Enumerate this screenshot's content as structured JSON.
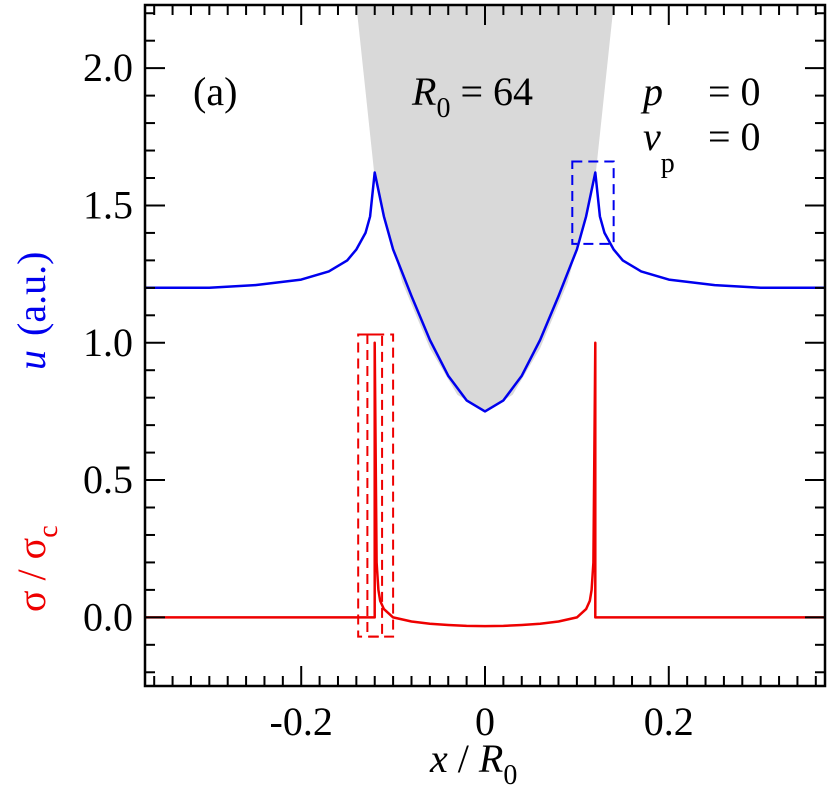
{
  "chart_data": {
    "type": "line",
    "panel_label": "(a)",
    "annotation": {
      "symbol": "R",
      "subscript": "0",
      "rest": " = 64"
    },
    "params": [
      {
        "symbol": "p",
        "subscript": "",
        "rest": "= 0"
      },
      {
        "symbol": "v",
        "subscript": "p",
        "rest": "= 0"
      }
    ],
    "xlabel": {
      "symbol": "x",
      "mid": " / ",
      "symbol2": "R",
      "subscript": "0"
    },
    "ylabel_blue": {
      "symbol": "u",
      "rest": "(a.u.)"
    },
    "ylabel_red": {
      "text": "σ / σ",
      "subscript": "c"
    },
    "xlim": [
      -0.37,
      0.37
    ],
    "ylim": [
      -0.25,
      2.23
    ],
    "xticks": [
      -0.2,
      0,
      0.2
    ],
    "xtick_labels": [
      "-0.2",
      "0",
      "0.2"
    ],
    "xminor_step": 0.02,
    "yticks": [
      0,
      0.5,
      1.0,
      1.5,
      2.0
    ],
    "ytick_labels": [
      "0.0",
      "0.5",
      "1.0",
      "1.5",
      "2.0"
    ],
    "yminor_step": 0.1,
    "colors": {
      "blue": "#0000ee",
      "red": "#ee0000",
      "shade": "#d9d9d9",
      "axes": "#000000"
    },
    "shaded_region": {
      "x": [
        -0.14,
        -0.12,
        -0.09,
        -0.06,
        -0.03,
        0.0,
        0.03,
        0.06,
        0.09,
        0.12,
        0.14
      ],
      "y": [
        2.23,
        1.6,
        1.22,
        0.98,
        0.81,
        0.75,
        0.81,
        0.98,
        1.22,
        1.6,
        2.23
      ]
    },
    "series": [
      {
        "color": "blue",
        "x": [
          -0.37,
          -0.3,
          -0.25,
          -0.2,
          -0.17,
          -0.15,
          -0.14,
          -0.13,
          -0.125,
          -0.12,
          -0.11,
          -0.1,
          -0.08,
          -0.06,
          -0.04,
          -0.02,
          0.0,
          0.02,
          0.04,
          0.06,
          0.08,
          0.1,
          0.11,
          0.12,
          0.125,
          0.13,
          0.14,
          0.15,
          0.17,
          0.2,
          0.25,
          0.3,
          0.37
        ],
        "y": [
          1.2,
          1.2,
          1.21,
          1.23,
          1.26,
          1.3,
          1.34,
          1.4,
          1.46,
          1.62,
          1.46,
          1.34,
          1.17,
          1.01,
          0.88,
          0.79,
          0.75,
          0.79,
          0.88,
          1.01,
          1.17,
          1.34,
          1.46,
          1.62,
          1.46,
          1.4,
          1.34,
          1.3,
          1.26,
          1.23,
          1.21,
          1.2,
          1.2
        ]
      },
      {
        "color": "red",
        "x": [
          -0.37,
          -0.12,
          -0.12,
          -0.118,
          -0.116,
          -0.114,
          -0.11,
          -0.1,
          -0.08,
          -0.06,
          -0.04,
          -0.02,
          0.0,
          0.02,
          0.04,
          0.06,
          0.08,
          0.1,
          0.11,
          0.114,
          0.116,
          0.118,
          0.12,
          0.12,
          0.37
        ],
        "y": [
          0.0,
          0.0,
          1.0,
          0.2,
          0.1,
          0.06,
          0.03,
          0.0,
          -0.015,
          -0.023,
          -0.028,
          -0.031,
          -0.032,
          -0.031,
          -0.028,
          -0.023,
          -0.015,
          0.0,
          0.03,
          0.06,
          0.1,
          0.2,
          1.0,
          0.0,
          0.0
        ]
      }
    ],
    "highlight_boxes": [
      {
        "color": "red",
        "x": [
          -0.138,
          -0.1
        ],
        "y": [
          -0.07,
          1.03
        ]
      },
      {
        "color": "blue",
        "x": [
          0.095,
          0.14
        ],
        "y": [
          1.36,
          1.66
        ]
      },
      {
        "color": "red",
        "x": [
          -0.128,
          -0.112
        ],
        "y": [
          -0.07,
          1.03
        ]
      }
    ]
  }
}
